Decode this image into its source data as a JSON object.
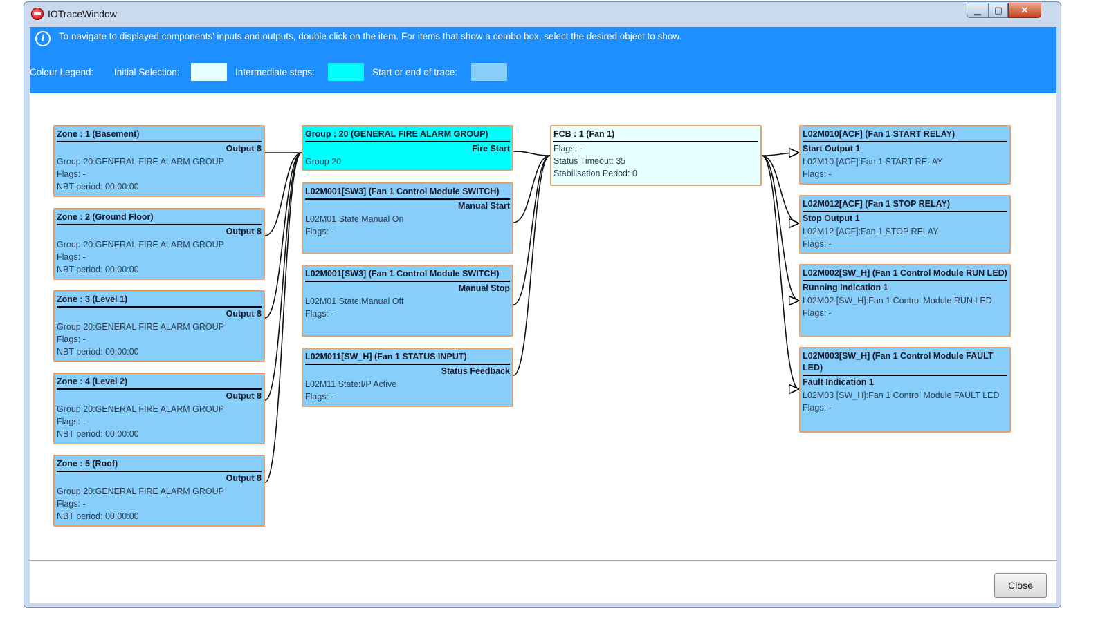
{
  "window": {
    "title": "IOTraceWindow",
    "min_icon": "minimize-icon",
    "max_icon": "maximize-icon",
    "close_glyph": "✕"
  },
  "info": {
    "icon": "info-icon",
    "icon_glyph": "i",
    "message": "To navigate to displayed components' inputs and outputs, double click on the item. For items that show a combo box, select the desired object to show."
  },
  "legend": {
    "label": "Colour Legend:",
    "initial_label": "Initial Selection:",
    "initial_color": "#e6ffff",
    "intermediate_label": "Intermediate steps:",
    "intermediate_color": "#00ffff",
    "end_label": "Start or end of trace:",
    "end_color": "#87cefa"
  },
  "zones": [
    {
      "title": "Zone : 1 (Basement)",
      "port": "Output 8",
      "lines": [
        "Group 20:GENERAL FIRE ALARM GROUP",
        "Flags: -",
        "NBT period: 00:00:00"
      ]
    },
    {
      "title": "Zone : 2 (Ground Floor)",
      "port": "Output 8",
      "lines": [
        "Group 20:GENERAL FIRE ALARM GROUP",
        "Flags: -",
        "NBT period: 00:00:00"
      ]
    },
    {
      "title": "Zone : 3 (Level 1)",
      "port": "Output 8",
      "lines": [
        "Group 20:GENERAL FIRE ALARM GROUP",
        "Flags: -",
        "NBT period: 00:00:00"
      ]
    },
    {
      "title": "Zone : 4 (Level 2)",
      "port": "Output 8",
      "lines": [
        "Group 20:GENERAL FIRE ALARM GROUP",
        "Flags: -",
        "NBT period: 00:00:00"
      ]
    },
    {
      "title": "Zone : 5 (Roof)",
      "port": "Output 8",
      "lines": [
        "Group 20:GENERAL FIRE ALARM GROUP",
        "Flags: -",
        "NBT period: 00:00:00"
      ]
    }
  ],
  "middle": [
    {
      "title": "Group : 20 (GENERAL FIRE ALARM GROUP)",
      "port": "Fire Start",
      "lines": [
        "Group 20"
      ]
    },
    {
      "title": "L02M001[SW3] (Fan 1 Control Module SWITCH)",
      "port": "Manual Start",
      "lines": [
        "L02M01 State:Manual On",
        "Flags: -"
      ]
    },
    {
      "title": "L02M001[SW3] (Fan 1 Control Module SWITCH)",
      "port": "Manual Stop",
      "lines": [
        "L02M01 State:Manual Off",
        "Flags: -"
      ]
    },
    {
      "title": "L02M011[SW_H] (Fan 1 STATUS INPUT)",
      "port": "Status Feedback",
      "lines": [
        "L02M11 State:I/P Active",
        "Flags: -"
      ]
    }
  ],
  "fcb": {
    "title": "FCB : 1 (Fan 1)",
    "lines": [
      "Flags: -",
      "Status Timeout: 35",
      "Stabilisation Period: 0"
    ]
  },
  "outputs": [
    {
      "title": "L02M010[ACF] (Fan 1 START RELAY)",
      "port": "Start Output 1",
      "lines": [
        "L02M10 [ACF]:Fan 1 START RELAY",
        "Flags: -"
      ]
    },
    {
      "title": "L02M012[ACF] (Fan 1 STOP RELAY)",
      "port": "Stop Output 1",
      "lines": [
        "L02M12 [ACF]:Fan 1 STOP RELAY",
        "Flags: -"
      ]
    },
    {
      "title": "L02M002[SW_H] (Fan 1 Control Module RUN LED)",
      "port": "Running Indication 1",
      "lines": [
        "L02M02 [SW_H]:Fan 1 Control Module RUN LED",
        "Flags: -"
      ]
    },
    {
      "title": "L02M003[SW_H] (Fan 1 Control Module FAULT LED)",
      "port": "Fault Indication 1",
      "lines": [
        "L02M03 [SW_H]:Fan 1 Control Module FAULT LED",
        "Flags: -"
      ]
    }
  ],
  "footer": {
    "close_label": "Close"
  }
}
